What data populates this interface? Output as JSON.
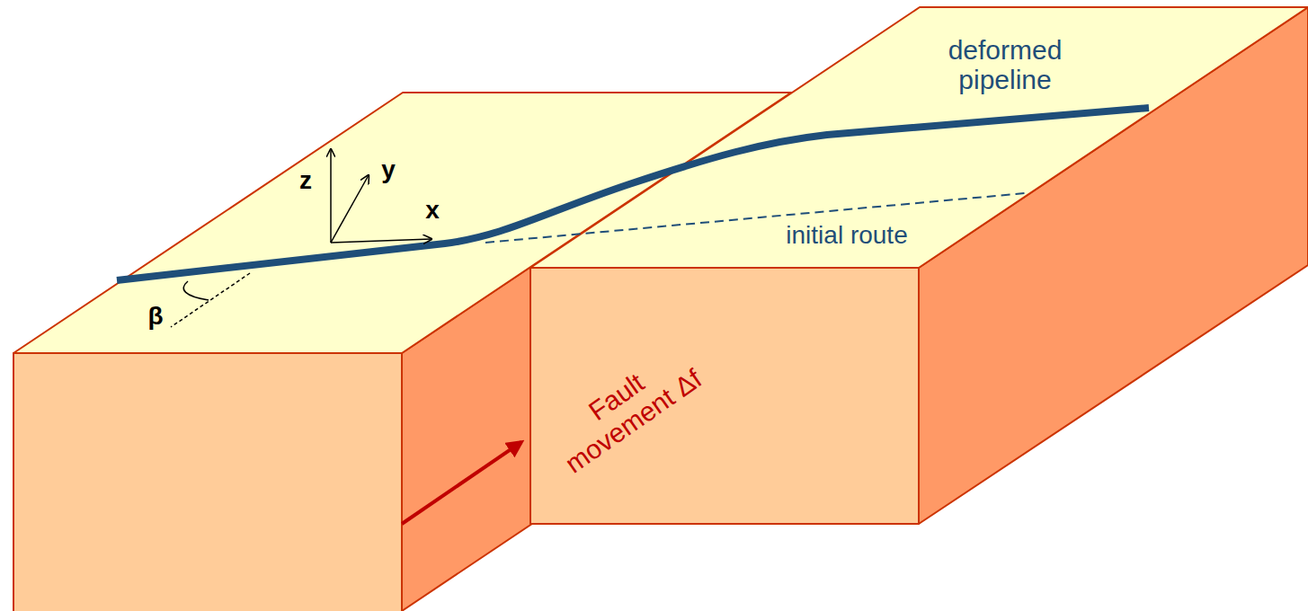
{
  "diagram": {
    "labels": [
      "z",
      "y",
      "x",
      "β",
      "deformed pipeline",
      "initial route",
      "Fault movement Δf"
    ]
  }
}
